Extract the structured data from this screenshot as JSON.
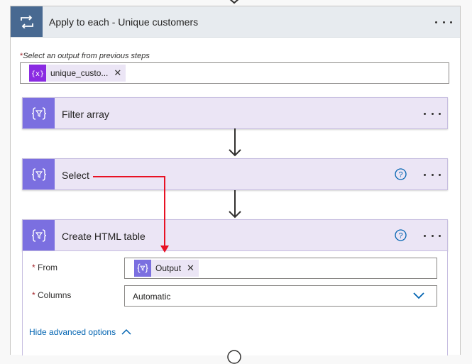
{
  "loop": {
    "title": "Apply to each - Unique customers",
    "select_label": "Select an output from previous steps",
    "required_mark": "*",
    "token": {
      "label": "unique_custo...",
      "icon": "expression-icon",
      "color": "#8a2be2"
    }
  },
  "actions": [
    {
      "title": "Filter array",
      "icon": "data-operation-icon",
      "has_help": false
    },
    {
      "title": "Select",
      "icon": "data-operation-icon",
      "has_help": true
    },
    {
      "title": "Create HTML table",
      "icon": "data-operation-icon",
      "has_help": true
    }
  ],
  "html_table": {
    "from_label": "From",
    "from_token": "Output",
    "columns_label": "Columns",
    "columns_value": "Automatic",
    "advanced_link": "Hide advanced options",
    "required_mark": "*"
  },
  "colors": {
    "loop_header_icon_bg": "#486991",
    "action_icon_bg": "#7b6fe0",
    "action_bg": "#ebe5f5",
    "link": "#0063b1",
    "annotation_arrow": "#e81123"
  }
}
